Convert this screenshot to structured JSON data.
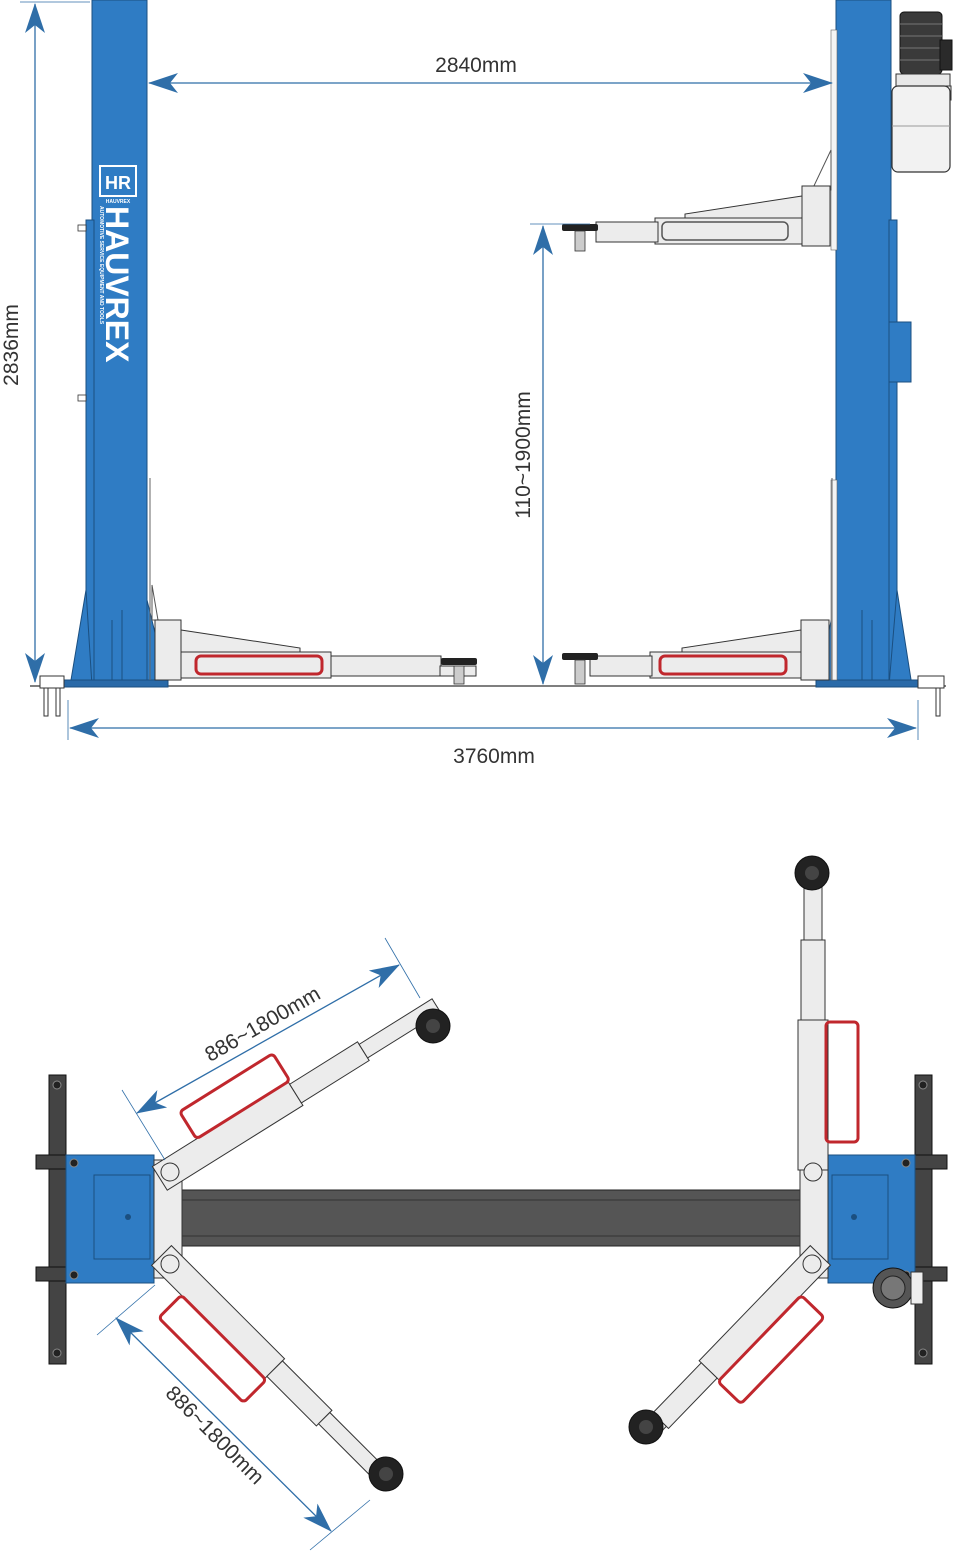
{
  "brand": {
    "logo_initials": "HR",
    "logo_small": "HAUVREX",
    "name": "HAUVREX",
    "tagline": "AUTOMOTIVE SERVICE EQUIPMENT AND TOOLS"
  },
  "dimensions": {
    "column_spacing": "2840mm",
    "overall_height": "2836mm",
    "lift_height": "110~1900mm",
    "overall_width": "3760mm",
    "arm_reach_upper": "886~1800mm",
    "arm_reach_lower": "886~1800mm"
  },
  "colors": {
    "column_blue": "#2f7cc4",
    "dimension_line": "#2f6ea8",
    "arm_grey": "#ececec",
    "outline": "#333333",
    "handle_red": "#c0272d",
    "base_plate": "#444444",
    "pad_black": "#222222"
  },
  "icons": [
    "hydraulic-motor-icon",
    "lift-pad-icon",
    "arrow-icon"
  ]
}
